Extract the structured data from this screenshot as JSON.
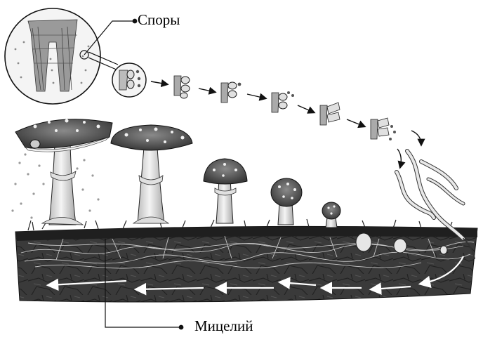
{
  "labels": {
    "spores": "Споры",
    "mycelium": "Мицелий"
  },
  "colors": {
    "ink": "#111111",
    "soil_dark": "#2e2e2e",
    "soil_mid": "#4a4a4a",
    "cap_dark": "#3c3c3c",
    "cap_light": "#8a8a8a",
    "stem": "#e9e9e9",
    "hypha": "#cfcfcf",
    "arrow": "#ffffff"
  },
  "icons": {
    "spore_dot": "spore-dot-icon",
    "basidium": "basidium-icon",
    "arrow": "arrow-icon"
  },
  "stages": [
    {
      "stage": "mature-open-cap"
    },
    {
      "stage": "mature-cap"
    },
    {
      "stage": "young-cap"
    },
    {
      "stage": "button"
    },
    {
      "stage": "small-button"
    },
    {
      "stage": "primordium"
    },
    {
      "stage": "primordium-small"
    }
  ]
}
